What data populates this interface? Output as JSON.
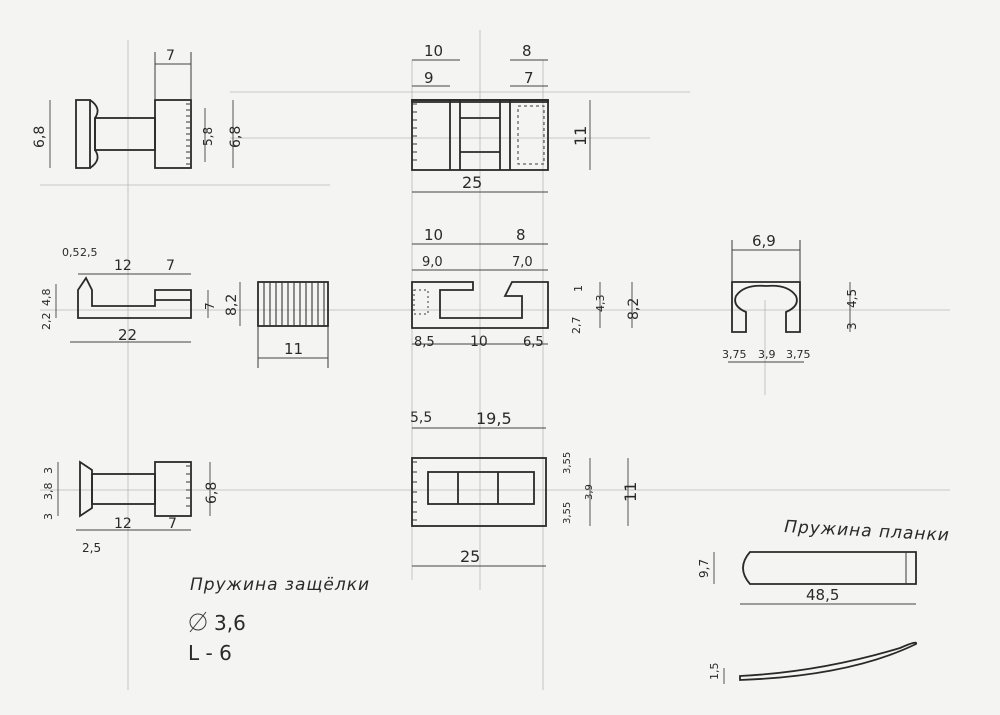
{
  "ink_color": "#2a2a2a",
  "paper_color": "#f4f4f2",
  "views": {
    "v1": {
      "d_top": "7",
      "d_left": "6,8",
      "d_mid": "5,8",
      "d_right": "6,8"
    },
    "v2": {
      "d_top1": "10",
      "d_top2": "8",
      "d_sub1": "9",
      "d_sub2": "7",
      "d_right": "11",
      "d_bottom": "25"
    },
    "v3": {
      "d_a": "0,5",
      "d_b": "2,5",
      "d_c": "12",
      "d_d": "7",
      "d_left1": "4,8",
      "d_left2": "2,2",
      "d_right": "7",
      "d_bottom": "22"
    },
    "v4": {
      "d_left": "8,2",
      "d_bottom": "11"
    },
    "v5": {
      "d_top1": "10",
      "d_top2": "8",
      "d_sub1": "9,0",
      "d_sub2": "7,0",
      "d_bot1": "8,5",
      "d_bot2": "10",
      "d_bot3": "6,5",
      "d_r1": "1",
      "d_r2": "4,3",
      "d_r3": "2,7",
      "d_r4": "8,2"
    },
    "v6": {
      "d_top": "6,9",
      "d_r1": "4,5",
      "d_r2": "3",
      "d_b1": "3,75",
      "d_b2": "3,9",
      "d_b3": "3,75"
    },
    "v7": {
      "d_l1": "3",
      "d_l2": "3,8",
      "d_l3": "3",
      "d_right": "6,8",
      "d_b1": "12",
      "d_b2": "7",
      "d_b3": "2,5"
    },
    "v8": {
      "d_top1": "5,5",
      "d_top2": "19,5",
      "d_r1": "3,55",
      "d_r2": "3,9",
      "d_r3": "3,55",
      "d_r4": "11",
      "d_bottom": "25"
    },
    "v9": {
      "d_left": "9,7",
      "d_bottom": "48,5",
      "d_small": "1,5"
    }
  },
  "notes": {
    "latch_spring_title": "Пружина защёлки",
    "latch_spring_dia": "3,6",
    "latch_spring_len": "L - 6",
    "bar_spring_title": "Пружина планки"
  }
}
